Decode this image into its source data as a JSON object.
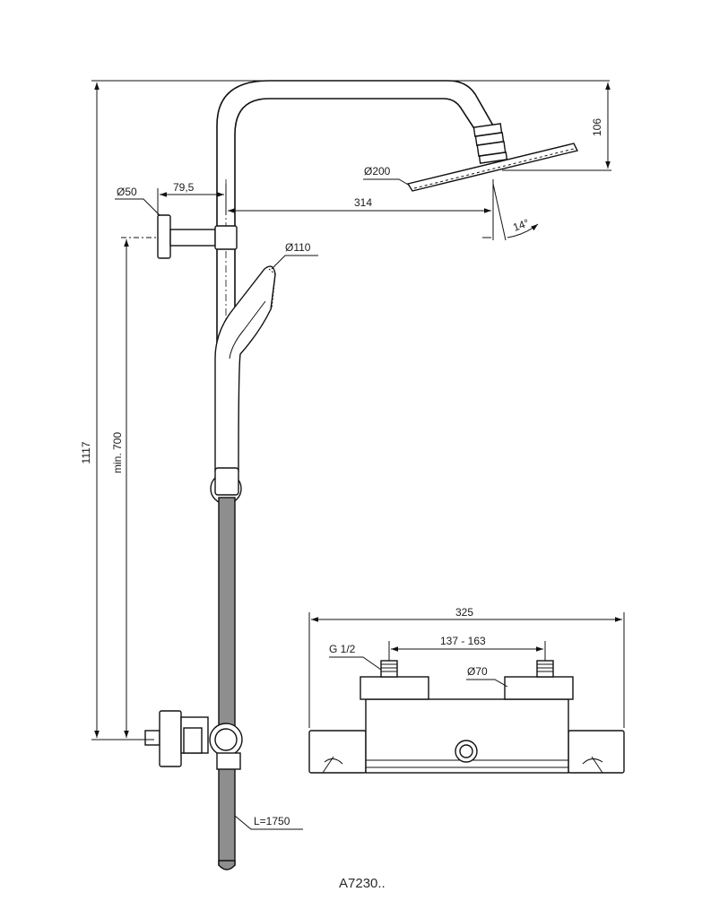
{
  "dimensions": {
    "total_height": "1117",
    "head_drop": "106",
    "head_diameter": "Ø200",
    "arm_length": "314",
    "tilt_angle": "14°",
    "wall_offset": "79,5",
    "flange_diameter": "Ø50",
    "hand_shower_diameter": "Ø110",
    "min_height": "min. 700",
    "hose_length": "L=1750"
  },
  "mixer": {
    "width": "325",
    "connection_thread": "G 1/2",
    "centres": "137 - 163",
    "cover_diameter": "Ø70"
  },
  "product_code": "A7230.."
}
